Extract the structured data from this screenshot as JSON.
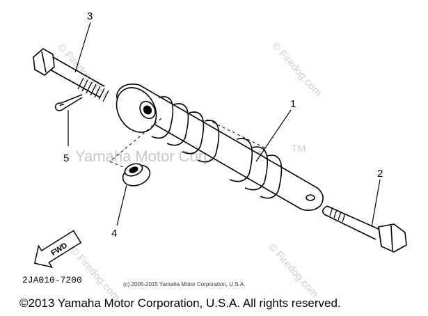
{
  "callouts": [
    "1",
    "2",
    "3",
    "4",
    "5"
  ],
  "fwd_label": "FWD",
  "part_code": "2JA010-7200",
  "watermark_main": "Yamaha Motor Corp., U.S.A.",
  "watermark_tm": "TM",
  "watermark_site": "© Firedog.com",
  "copyright_small": "(c) 2005-2015 Yamaha Motor Corporation, U.S.A.",
  "copyright_main": "©2013 Yamaha Motor Corporation, U.S.A. All rights reserved."
}
